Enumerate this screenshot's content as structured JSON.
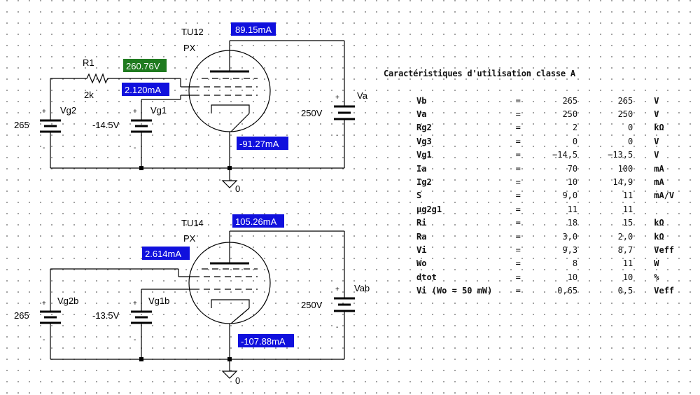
{
  "circuit1": {
    "tube_name": "TU12",
    "tube_model": "PX",
    "resistor_name": "R1",
    "resistor_value": "2k",
    "vg2_name": "Vg2",
    "vg2_value": "265",
    "vg1_name": "Vg1",
    "vg1_value": "-14.5V",
    "va_name": "Va",
    "va_value": "250V",
    "ground_label": "0",
    "meter_anode_current": "89.15mA",
    "meter_screen_voltage": "260.76V",
    "meter_screen_current": "2.120mA",
    "meter_cathode_current": "-91.27mA"
  },
  "circuit2": {
    "tube_name": "TU14",
    "tube_model": "PX",
    "vg2_name": "Vg2b",
    "vg2_value": "265",
    "vg1_name": "Vg1b",
    "vg1_value": "-13.5V",
    "va_name": "Vab",
    "va_value": "250V",
    "ground_label": "0",
    "meter_anode_current": "105.26mA",
    "meter_screen_current": "2.614mA",
    "meter_cathode_current": "-107.88mA"
  },
  "polarity": {
    "plus": "+",
    "minus": "-"
  },
  "colors": {
    "voltage_meter": "#1f7a1f",
    "current_meter": "#1010dd",
    "wire": "#000000"
  },
  "spec": {
    "title": "Caractéristiques d'utilisation classe A",
    "rows": [
      {
        "name": "Vb",
        "eq": "=",
        "v1": "265",
        "v2": "265",
        "unit": "V"
      },
      {
        "name": "Va",
        "eq": "=",
        "v1": "250",
        "v2": "250",
        "unit": "V"
      },
      {
        "name": "Rg2",
        "eq": "=",
        "v1": "2",
        "v2": "0",
        "unit": "kΩ"
      },
      {
        "name": "Vg3",
        "eq": "=",
        "v1": "0",
        "v2": "0",
        "unit": "V"
      },
      {
        "name": "Vg1",
        "eq": "=",
        "v1": "−14,5",
        "v2": "−13,5",
        "unit": "V"
      },
      {
        "name": "Ia",
        "eq": "=",
        "v1": "70",
        "v2": "100",
        "unit": "mA"
      },
      {
        "name": "Ig2",
        "eq": "=",
        "v1": "10",
        "v2": "14,9",
        "unit": "mA"
      },
      {
        "name": "S",
        "eq": "=",
        "v1": "9,0",
        "v2": "11",
        "unit": "mA/V"
      },
      {
        "name": "µg2g1",
        "eq": "=",
        "v1": "11",
        "v2": "11",
        "unit": ""
      },
      {
        "name": "Ri",
        "eq": "=",
        "v1": "18",
        "v2": "15",
        "unit": "kΩ"
      },
      {
        "name": "Ra",
        "eq": "=",
        "v1": "3,0",
        "v2": "2,0",
        "unit": "kΩ"
      },
      {
        "name": "Vi",
        "eq": "=",
        "v1": "9,3",
        "v2": "8,7",
        "unit": "Veff"
      },
      {
        "name": "Wo",
        "eq": "=",
        "v1": "8",
        "v2": "11",
        "unit": "W"
      },
      {
        "name": "dtot",
        "eq": "=",
        "v1": "10",
        "v2": "10",
        "unit": "%"
      },
      {
        "name": "Vi (Wo = 50 mW)",
        "eq": "=",
        "v1": "0,65",
        "v2": "0,5",
        "unit": "Veff"
      }
    ]
  }
}
